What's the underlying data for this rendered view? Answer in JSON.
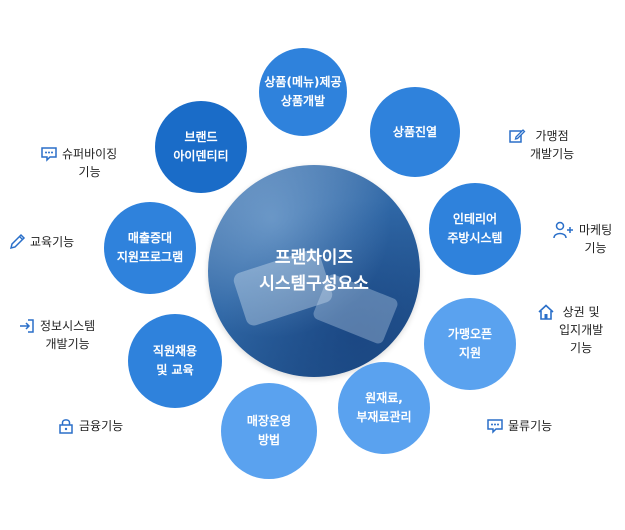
{
  "center": {
    "line1": "프랜차이즈",
    "line2": "시스템구성요소"
  },
  "nodes": [
    {
      "line1": "상품(메뉴)제공",
      "line2": "상품개발"
    },
    {
      "line1": "상품진열",
      "line2": ""
    },
    {
      "line1": "인테리어",
      "line2": "주방시스템"
    },
    {
      "line1": "가맹오픈",
      "line2": "지원"
    },
    {
      "line1": "원재료,",
      "line2": "부재료관리"
    },
    {
      "line1": "매장운영",
      "line2": "방법"
    },
    {
      "line1": "직원채용",
      "line2": "및 교육"
    },
    {
      "line1": "매출증대",
      "line2": "지원프로그램"
    },
    {
      "line1": "브랜드",
      "line2": "아이덴티티"
    }
  ],
  "labels": {
    "gamaeng": {
      "line1": "가맹점",
      "line2": "개발기능",
      "icon": "edit-icon"
    },
    "marketing": {
      "line1": "마케팅",
      "line2": "기능",
      "icon": "user-add-icon"
    },
    "sanggwon": {
      "line1": "상권 및",
      "line2": "입지개발",
      "line3": "기능",
      "icon": "home-icon"
    },
    "mulryu": {
      "line1": "물류기능",
      "icon": "message-icon"
    },
    "geumyung": {
      "line1": "금융기능",
      "icon": "lock-icon"
    },
    "jeongbo": {
      "line1": "정보시스템",
      "line2": "개발기능",
      "icon": "login-icon"
    },
    "gyoyuk": {
      "line1": "교육기능",
      "icon": "pencil-icon"
    },
    "supervising": {
      "line1": "슈퍼바이징",
      "line2": "기능",
      "icon": "chat-icon"
    }
  },
  "colors": {
    "dark": "#1a6cc8",
    "mid": "#2f82dc",
    "light": "#5aa2ef",
    "icon": "#2a6fc9"
  }
}
